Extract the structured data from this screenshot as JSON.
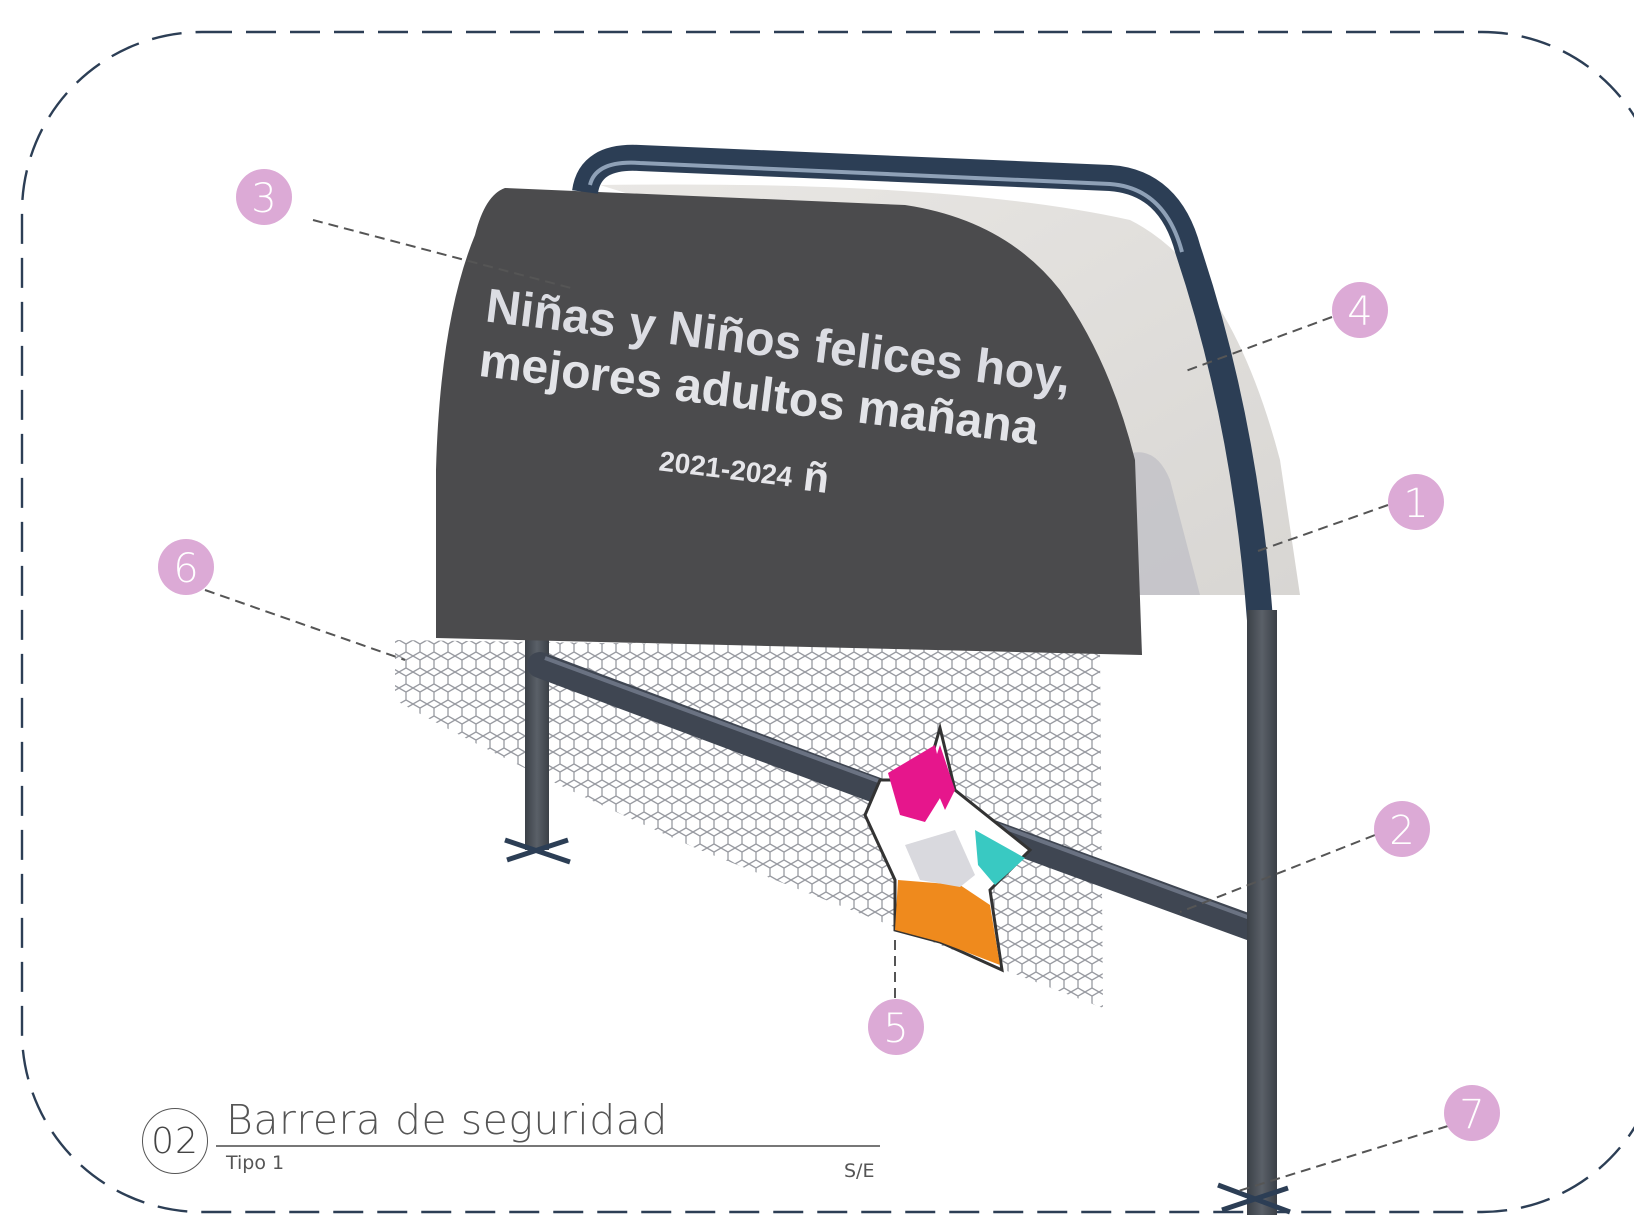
{
  "sheet": {
    "number": "02",
    "title": "Barrera de seguridad",
    "subtitle": "Tipo 1",
    "scale": "S/E"
  },
  "sign": {
    "line1": "Niñas y Niños felices hoy,",
    "line2": "mejores adultos mañana",
    "years": "2021-2024",
    "logo": "ñ"
  },
  "callouts": [
    "1",
    "2",
    "3",
    "4",
    "5",
    "6",
    "7"
  ],
  "colors": {
    "callout_fill": "#dcaad6",
    "panel": "#4b4b4d",
    "rail": "#3f4652",
    "frame": "#2c3e55",
    "star_magenta": "#e6168c",
    "star_orange": "#ef8a1d",
    "star_teal": "#39c9c2"
  }
}
